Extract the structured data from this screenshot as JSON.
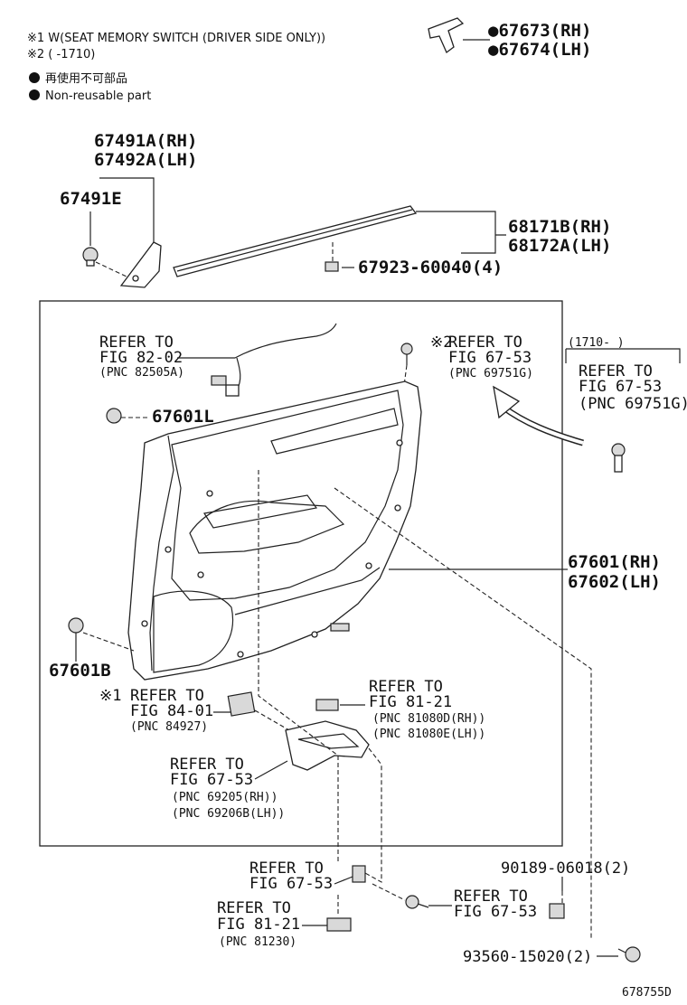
{
  "notes": {
    "note1": "※1 W(SEAT MEMORY SWITCH (DRIVER SIDE ONLY))",
    "note2": "※2 (      -1710)",
    "legend_jp": "再使用不可部品",
    "legend_en": "Non-reusable part"
  },
  "labels": {
    "p67673": "●67673(RH)",
    "p67674": "●67674(LH)",
    "p67491a": "67491A(RH)",
    "p67492a": "67492A(LH)",
    "p67491e": "67491E",
    "p68171b": "68171B(RH)",
    "p68172a": "68172A(LH)",
    "p67923": "67923-60040(4)",
    "p67601l": "67601L",
    "p67601rh": "67601(RH)",
    "p67602lh": "67602(LH)",
    "p67601b": "67601B",
    "p90189": "90189-06018(2)",
    "p93560": "93560-15020(2)"
  },
  "refs": {
    "r1": {
      "a": "REFER TO",
      "b": "FIG 82-02",
      "c": "(PNC 82505A)"
    },
    "r2": {
      "mark": "※2",
      "a": "REFER TO",
      "b": "FIG 67-53",
      "c": "(PNC 69751G)"
    },
    "r3": {
      "range": "(1710-     )",
      "a": "REFER TO",
      "b": "FIG 67-53",
      "c": "(PNC 69751G)"
    },
    "r4": {
      "mark": "※1",
      "a": "REFER TO",
      "b": "FIG 84-01",
      "c": "(PNC 84927)"
    },
    "r5": {
      "a": "REFER TO",
      "b": "FIG 81-21",
      "c": "(PNC 81080D(RH))",
      "d": "(PNC 81080E(LH))"
    },
    "r6": {
      "a": "REFER TO",
      "b": "FIG 67-53",
      "c": "(PNC 69205(RH))",
      "d": "(PNC 69206B(LH))"
    },
    "r7": {
      "a": "REFER TO",
      "b": "FIG 67-53"
    },
    "r8": {
      "a": "REFER TO",
      "b": "FIG 67-53"
    },
    "r9": {
      "a": "REFER TO",
      "b": "FIG 81-21",
      "c": "(PNC 81230)"
    }
  },
  "footer": {
    "code": "678755D"
  }
}
